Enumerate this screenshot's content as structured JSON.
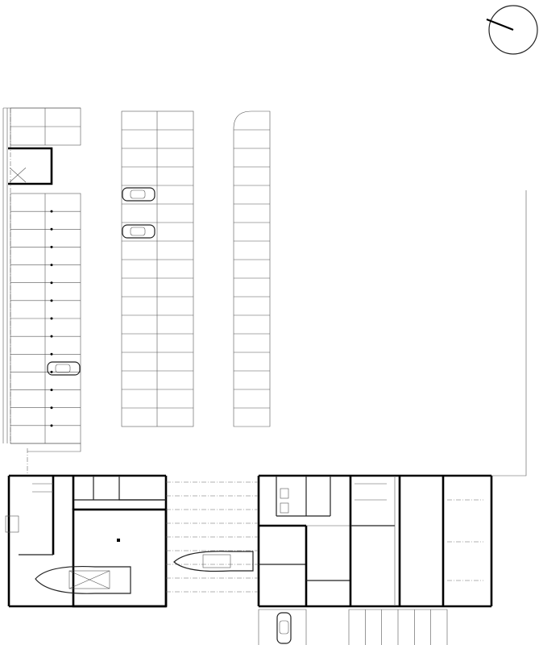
{
  "drawing": {
    "type": "site-plan",
    "north_arrow_icon": "north-arrow-icon",
    "parking": {
      "west_block_upper_rows": 2,
      "west_block_lower_rows": 14,
      "middle_block_rows": 17,
      "east_block_rows": 17,
      "bottom_bays": 6,
      "cars_drawn": 4
    },
    "building": {
      "boats_drawn": 2
    }
  }
}
